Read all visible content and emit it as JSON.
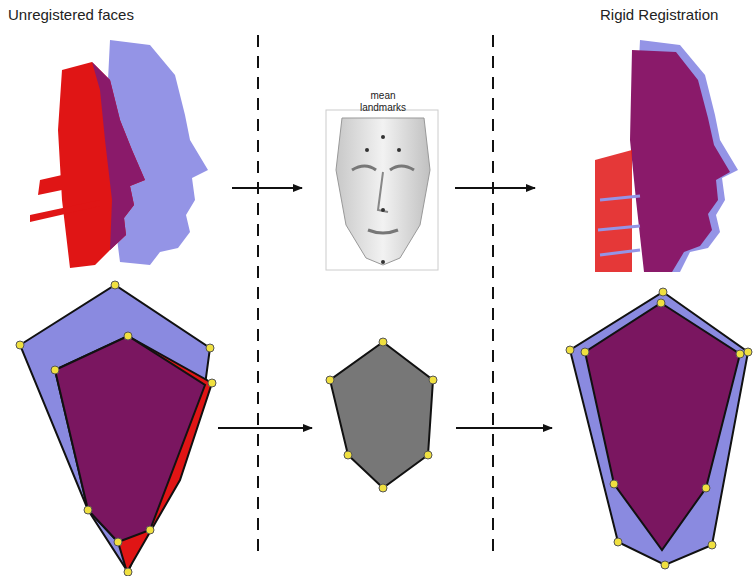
{
  "diagram": {
    "labels": [
      "Unregistered faces",
      "mean landmarks",
      "Rigid Registration"
    ]
  }
}
